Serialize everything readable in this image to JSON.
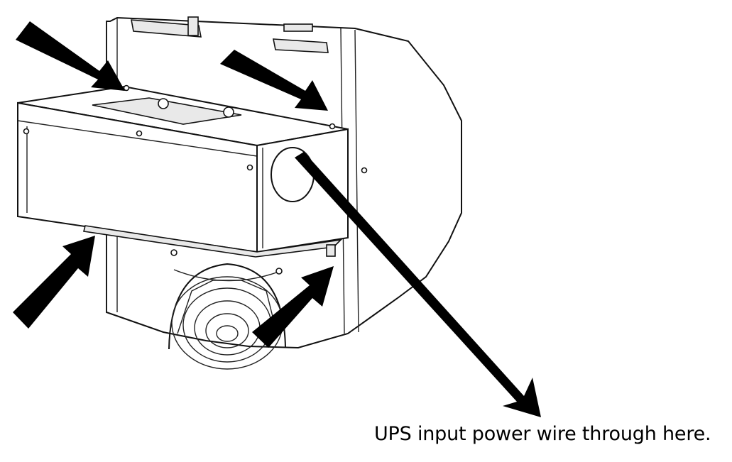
{
  "caption": "UPS input power wire through here.",
  "colors": {
    "line": "#111111",
    "arrow": "#000000",
    "background": "#ffffff"
  },
  "arrows": [
    {
      "name": "mount-arrow-top-left",
      "direction": "down-right"
    },
    {
      "name": "mount-arrow-top-right",
      "direction": "down-right"
    },
    {
      "name": "mount-arrow-bottom-left",
      "direction": "up-right"
    },
    {
      "name": "mount-arrow-bottom-right",
      "direction": "up-right"
    },
    {
      "name": "input-wire-arrow",
      "direction": "down-right"
    }
  ]
}
